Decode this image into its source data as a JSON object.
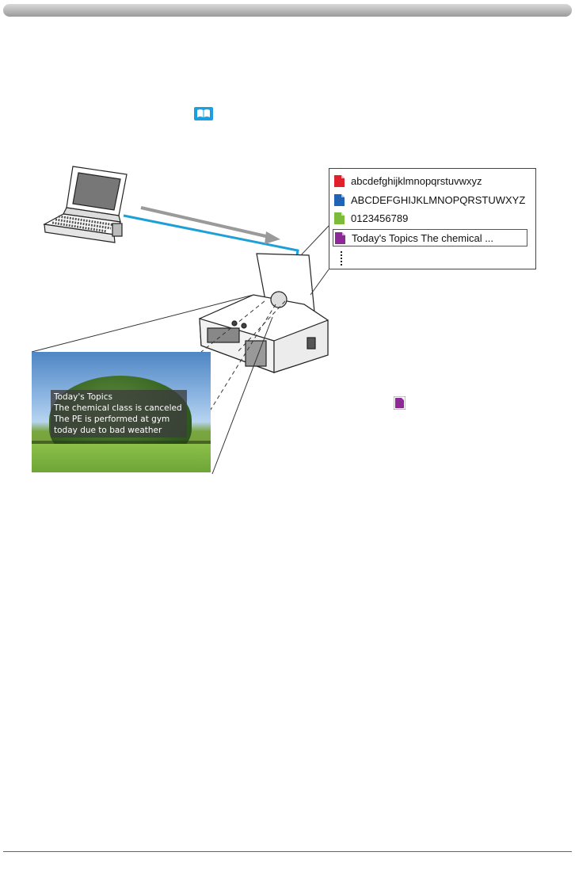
{
  "header": {
    "bar_color": "#b5b5b5"
  },
  "reference_icon": {
    "name": "book-icon",
    "color": "#1aa0e0"
  },
  "message_list": {
    "items": [
      {
        "label": "abcdefghijklmnopqrstuvwxyz",
        "icon": "file-icon",
        "color": "#e0202a"
      },
      {
        "label": "ABCDEFGHIJKLMNOPQRSTUWXYZ",
        "icon": "file-icon",
        "color": "#1f63b5"
      },
      {
        "label": "0123456789",
        "icon": "file-icon",
        "color": "#7dbb3a"
      },
      {
        "label": "Today's Topics The chemical ...",
        "icon": "file-icon",
        "color": "#8e2a97",
        "selected": true
      }
    ],
    "more_indicator": "vertical-ellipsis"
  },
  "screen": {
    "lines": [
      "Today's Topics",
      "The chemical class is canceled",
      "The PE is performed at gym",
      "today due to bad weather"
    ]
  },
  "inline_icon": {
    "name": "purple-file-icon",
    "color": "#8e2a97"
  },
  "colors": {
    "connection_cable": "#1f9fd8",
    "arrow": "#9a9a9a"
  }
}
